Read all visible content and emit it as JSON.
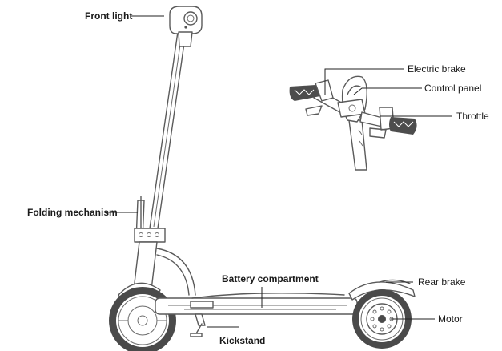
{
  "labels": {
    "front_light": "Front light",
    "folding_mechanism": "Folding mechanism",
    "battery_compartment": "Battery compartment",
    "kickstand": "Kickstand",
    "electric_brake": "Electric brake",
    "control_panel": "Control panel",
    "throttle": "Throttle",
    "rear_brake": "Rear brake",
    "motor": "Motor"
  },
  "colors": {
    "line": "#5a5a5a",
    "tire": "#4a4a4a",
    "text": "#1a1a1a"
  }
}
